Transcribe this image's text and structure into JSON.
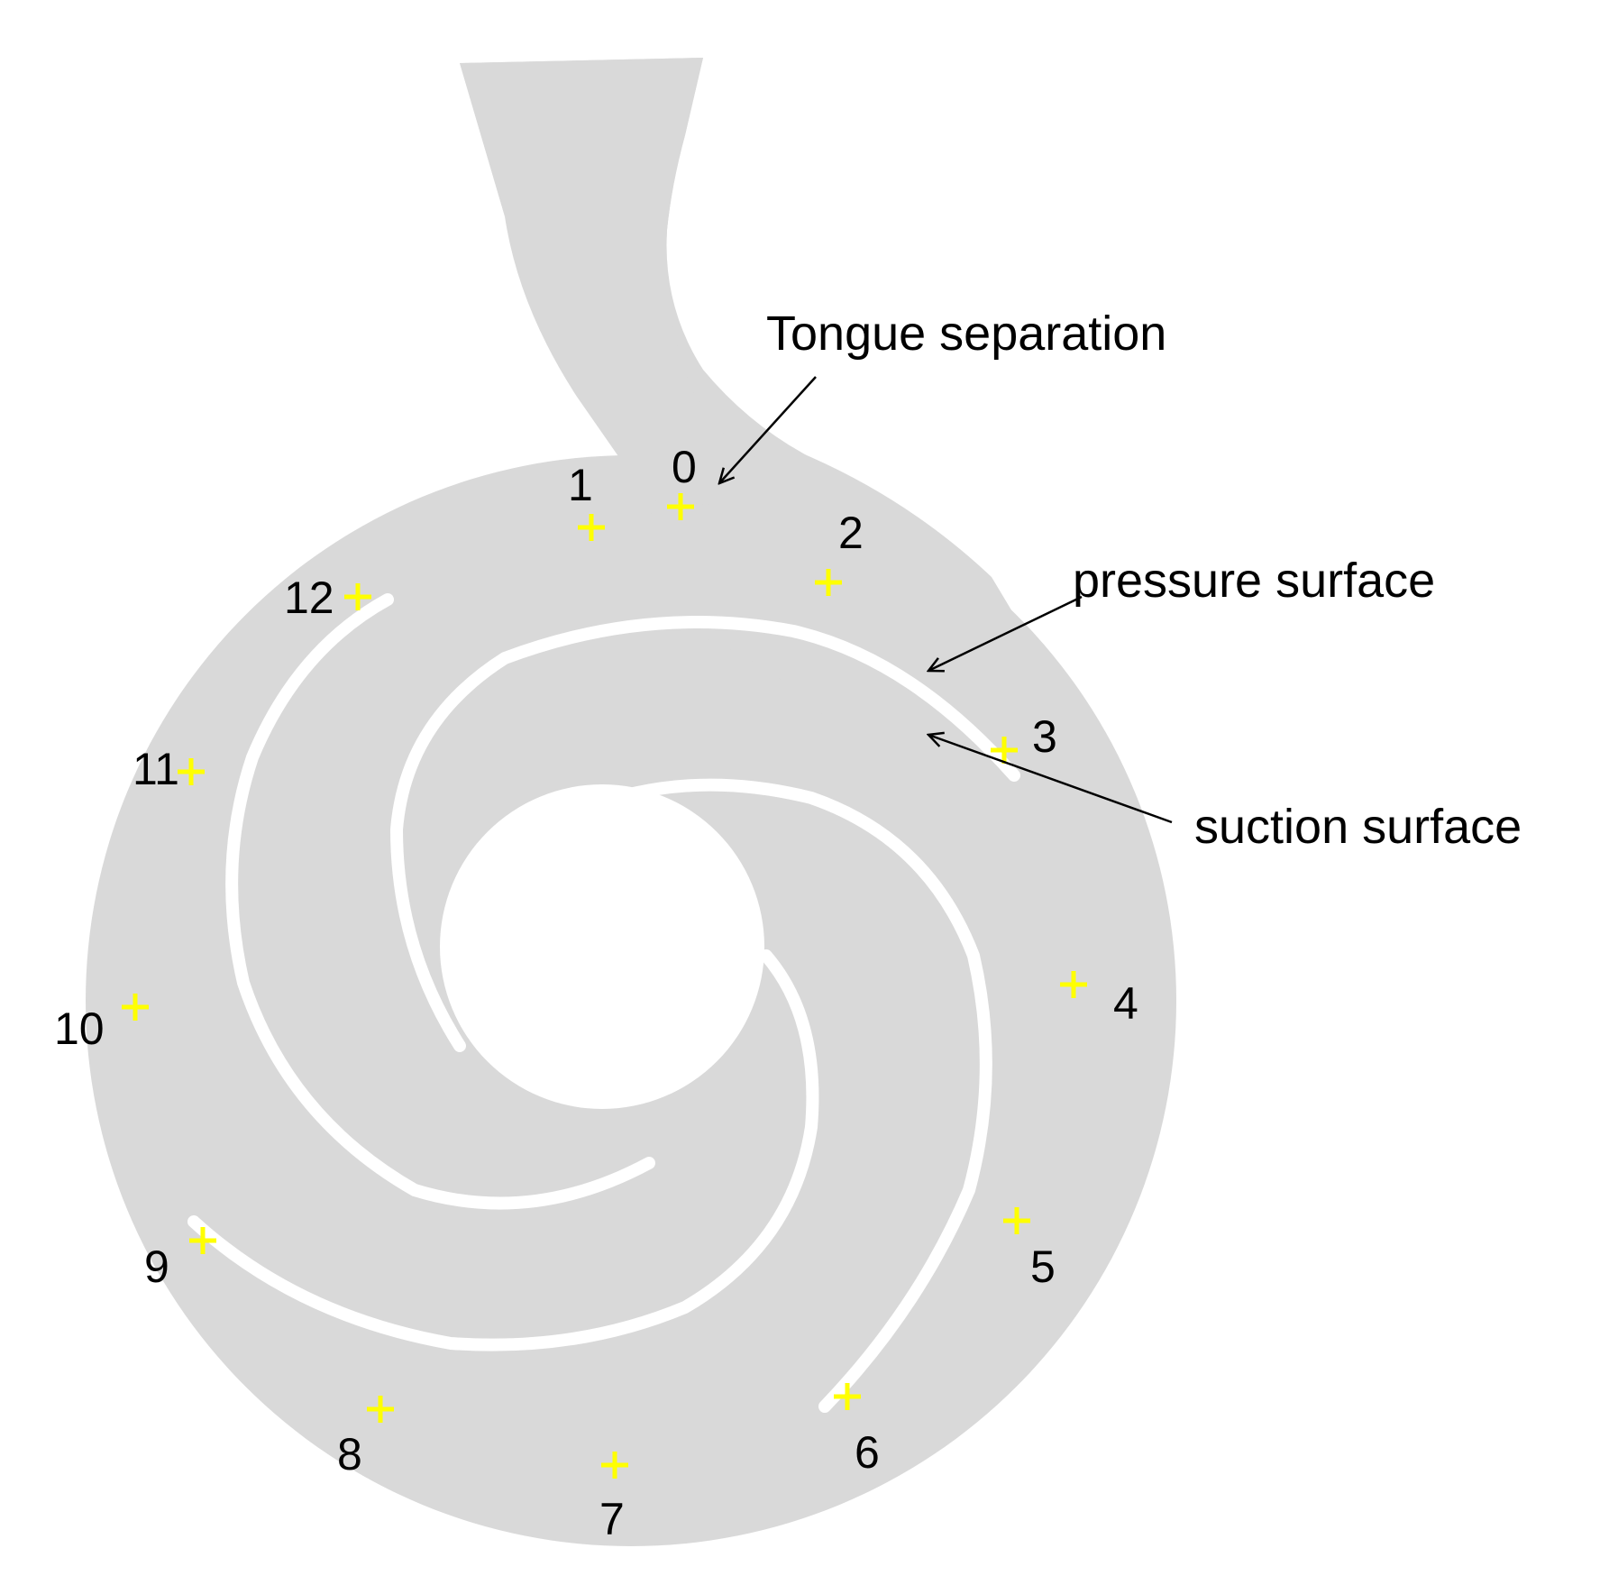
{
  "diagram": {
    "annotations": [
      {
        "id": "tongue",
        "label": "Tongue separation"
      },
      {
        "id": "pressure",
        "label": "pressure surface"
      },
      {
        "id": "suction",
        "label": "suction surface"
      }
    ],
    "monitoring_points": [
      "0",
      "1",
      "2",
      "3",
      "4",
      "5",
      "6",
      "7",
      "8",
      "9",
      "10",
      "11",
      "12"
    ],
    "colors": {
      "fluid_domain": "#d9d9d9",
      "monitoring_marker": "#ffff00",
      "text": "#000000",
      "background": "#ffffff"
    }
  }
}
